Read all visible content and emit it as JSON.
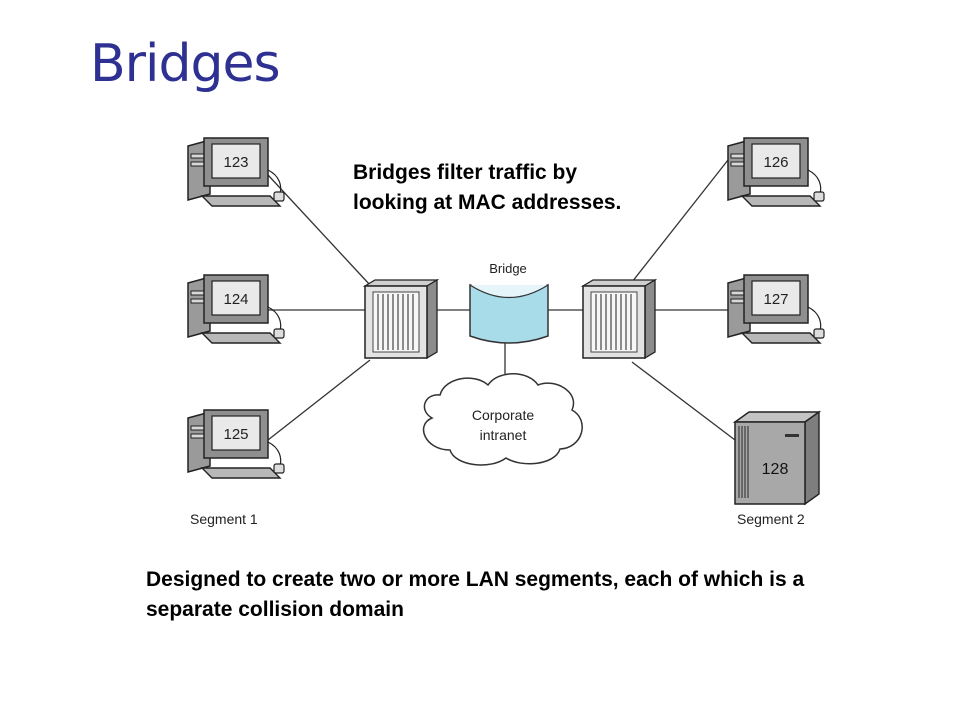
{
  "slide": {
    "title": "Bridges",
    "callout": "Bridges filter traffic by looking at MAC addresses.",
    "caption": "Designed to create two or more LAN segments, each of which is a separate collision domain"
  },
  "diagram": {
    "bridge_label": "Bridge",
    "cloud_label_line1": "Corporate",
    "cloud_label_line2": "intranet",
    "segment1_label": "Segment 1",
    "segment2_label": "Segment 2",
    "workstations": {
      "pc123": "123",
      "pc124": "124",
      "pc125": "125",
      "pc126": "126",
      "pc127": "127",
      "server128": "128"
    }
  }
}
